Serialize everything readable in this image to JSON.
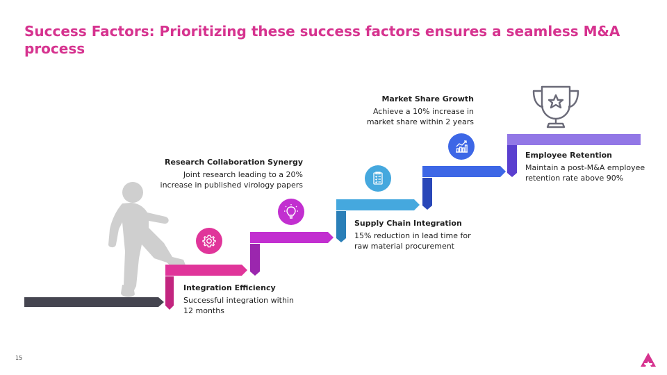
{
  "title": "Success Factors: Prioritizing these success factors ensures a seamless M&A process",
  "page_number": "15",
  "steps": [
    {
      "title": "Integration Efficiency",
      "desc": "Successful integration within 12 months",
      "icon": "gear-icon",
      "color": "#d6338f"
    },
    {
      "title": "Research Collaboration Synergy",
      "desc": "Joint research leading to a 20% increase in published virology papers",
      "icon": "lightbulb-icon",
      "color": "#b52fc9"
    },
    {
      "title": "Supply Chain Integration",
      "desc": "15% reduction in lead time for raw material procurement",
      "icon": "checklist-icon",
      "color": "#3aa0dc"
    },
    {
      "title": "Market Share Growth",
      "desc": "Achieve a 10% increase in market share within 2 years",
      "icon": "growth-chart-icon",
      "color": "#3a6fe0"
    },
    {
      "title": "Employee Retention",
      "desc": "Maintain a post-M&A employee retention rate above 90%",
      "icon": "trophy-icon",
      "color": "#8a6be3"
    }
  ],
  "colors": {
    "title": "#d6338f",
    "base_step": "#454550",
    "step1": "#e0359a",
    "step2": "#c22fd0",
    "step3": "#45a8de",
    "step4": "#3d67e6",
    "step5": "#9277e6",
    "figure": "#cfcfcf"
  }
}
